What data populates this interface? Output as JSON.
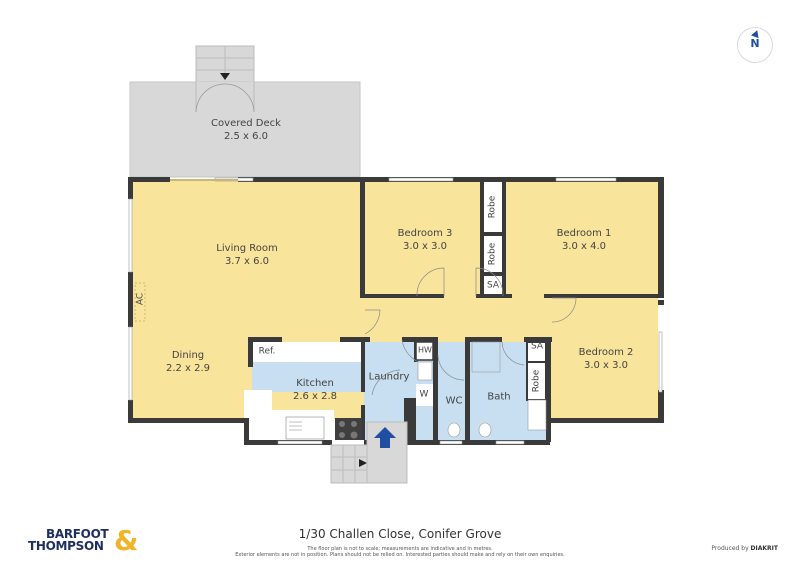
{
  "floorplan": {
    "address": "1/30 Challen Close, Conifer Grove",
    "disclaimer_line1": "The floor plan is not to scale; measurements are indicative and in metres.",
    "disclaimer_line2": "Exterior elements are not in position. Plans should not be relied on. Interested parties should make and rely on their own enquiries.",
    "compass": {
      "label": "N",
      "icon": "north-arrow-icon"
    },
    "colors": {
      "living_fill": "#f9e49c",
      "wet_fill": "#c7dff0",
      "deck_fill": "#d8d8d8",
      "wall": "#3a3a3a",
      "accent_blue": "#1f4fa0",
      "logo_navy": "#1d2f5e",
      "logo_gold": "#f0b428"
    },
    "rooms": [
      {
        "name": "Covered Deck",
        "size": "2.5 x 6.0"
      },
      {
        "name": "Living Room",
        "size": "3.7 x 6.0"
      },
      {
        "name": "Dining",
        "size": "2.2 x 2.9"
      },
      {
        "name": "Kitchen",
        "size": "2.6 x 2.8"
      },
      {
        "name": "Laundry",
        "size": ""
      },
      {
        "name": "WC",
        "size": ""
      },
      {
        "name": "Bath",
        "size": ""
      },
      {
        "name": "Bedroom 3",
        "size": "3.0 x 3.0"
      },
      {
        "name": "Bedroom 1",
        "size": "3.0 x 4.0"
      },
      {
        "name": "Bedroom 2",
        "size": "3.0 x 3.0"
      }
    ],
    "fixtures": {
      "ac": "AC",
      "ref": "Ref.",
      "hw": "HW",
      "w": "W",
      "robe": "Robe",
      "sa": "SA"
    }
  },
  "branding": {
    "agency_line1": "BARFOOT",
    "agency_line2": "THOMPSON",
    "agency_amp": "&",
    "produced_by_prefix": "Produced by",
    "produced_by_brand": "DIAKRIT"
  }
}
